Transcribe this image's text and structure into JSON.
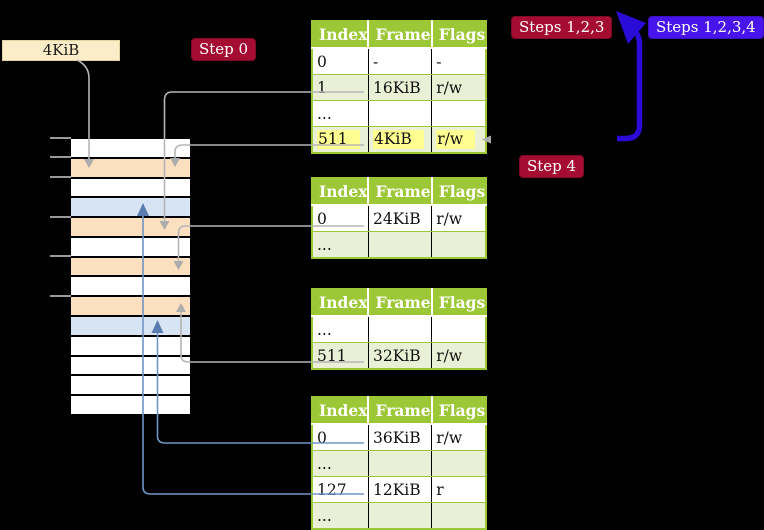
{
  "figure": {
    "frame_label": "4KiB",
    "badges": [
      {
        "id": "step0",
        "label": "Step 0",
        "color": "#A50C31"
      },
      {
        "id": "steps123",
        "label": "Steps 1,2,3",
        "color": "#A50C31"
      },
      {
        "id": "steps1234",
        "label": "Steps 1,2,3,4",
        "color": "#4714EC"
      },
      {
        "id": "step4",
        "label": "Step 4",
        "color": "#A50C31"
      }
    ],
    "page_tables": [
      {
        "headers": [
          "Index",
          "Frame",
          "Flags"
        ],
        "rows": [
          {
            "index": "0",
            "frame": "-",
            "flags": "-",
            "shaded": false,
            "highlight": false
          },
          {
            "index": "1",
            "frame": "16KiB",
            "flags": "r/w",
            "shaded": true,
            "highlight": false
          },
          {
            "index": "...",
            "frame": "",
            "flags": "",
            "shaded": false,
            "highlight": false
          },
          {
            "index": "511",
            "frame": "4KiB",
            "flags": "r/w",
            "shaded": true,
            "highlight": true
          }
        ]
      },
      {
        "headers": [
          "Index",
          "Frame",
          "Flags"
        ],
        "rows": [
          {
            "index": "0",
            "frame": "24KiB",
            "flags": "r/w",
            "shaded": false,
            "highlight": false
          },
          {
            "index": "...",
            "frame": "",
            "flags": "",
            "shaded": true,
            "highlight": false
          }
        ]
      },
      {
        "headers": [
          "Index",
          "Frame",
          "Flags"
        ],
        "rows": [
          {
            "index": "...",
            "frame": "",
            "flags": "",
            "shaded": false,
            "highlight": false
          },
          {
            "index": "511",
            "frame": "32KiB",
            "flags": "r/w",
            "shaded": true,
            "highlight": false
          }
        ]
      },
      {
        "headers": [
          "Index",
          "Frame",
          "Flags"
        ],
        "rows": [
          {
            "index": "0",
            "frame": "36KiB",
            "flags": "r/w",
            "shaded": false,
            "highlight": false
          },
          {
            "index": "...",
            "frame": "",
            "flags": "",
            "shaded": true,
            "highlight": false
          },
          {
            "index": "127",
            "frame": "12KiB",
            "flags": "r",
            "shaded": false,
            "highlight": false
          },
          {
            "index": "...",
            "frame": "",
            "flags": "",
            "shaded": true,
            "highlight": false
          }
        ]
      }
    ],
    "memory": {
      "rows": [
        "white",
        "peach",
        "white",
        "blue",
        "peach",
        "white",
        "peach",
        "white",
        "peach",
        "blue",
        "white",
        "white",
        "white",
        "white"
      ]
    },
    "colors": {
      "background": "#000000",
      "badge_red": "#A50C31",
      "badge_violet": "#4714EC",
      "thick_arrow_blue": "#2A0BD8",
      "table_header_green": "#9CC837",
      "table_row_green": "#E9F0D5",
      "memory_peach": "#FBDFBE",
      "memory_blue": "#D7E4F3",
      "frame_label_cream": "#FBEDC8",
      "highlight_yellow": "#FFFF91",
      "connector_grey": "#B5B5B5",
      "connector_blue": "#7195C5"
    }
  }
}
